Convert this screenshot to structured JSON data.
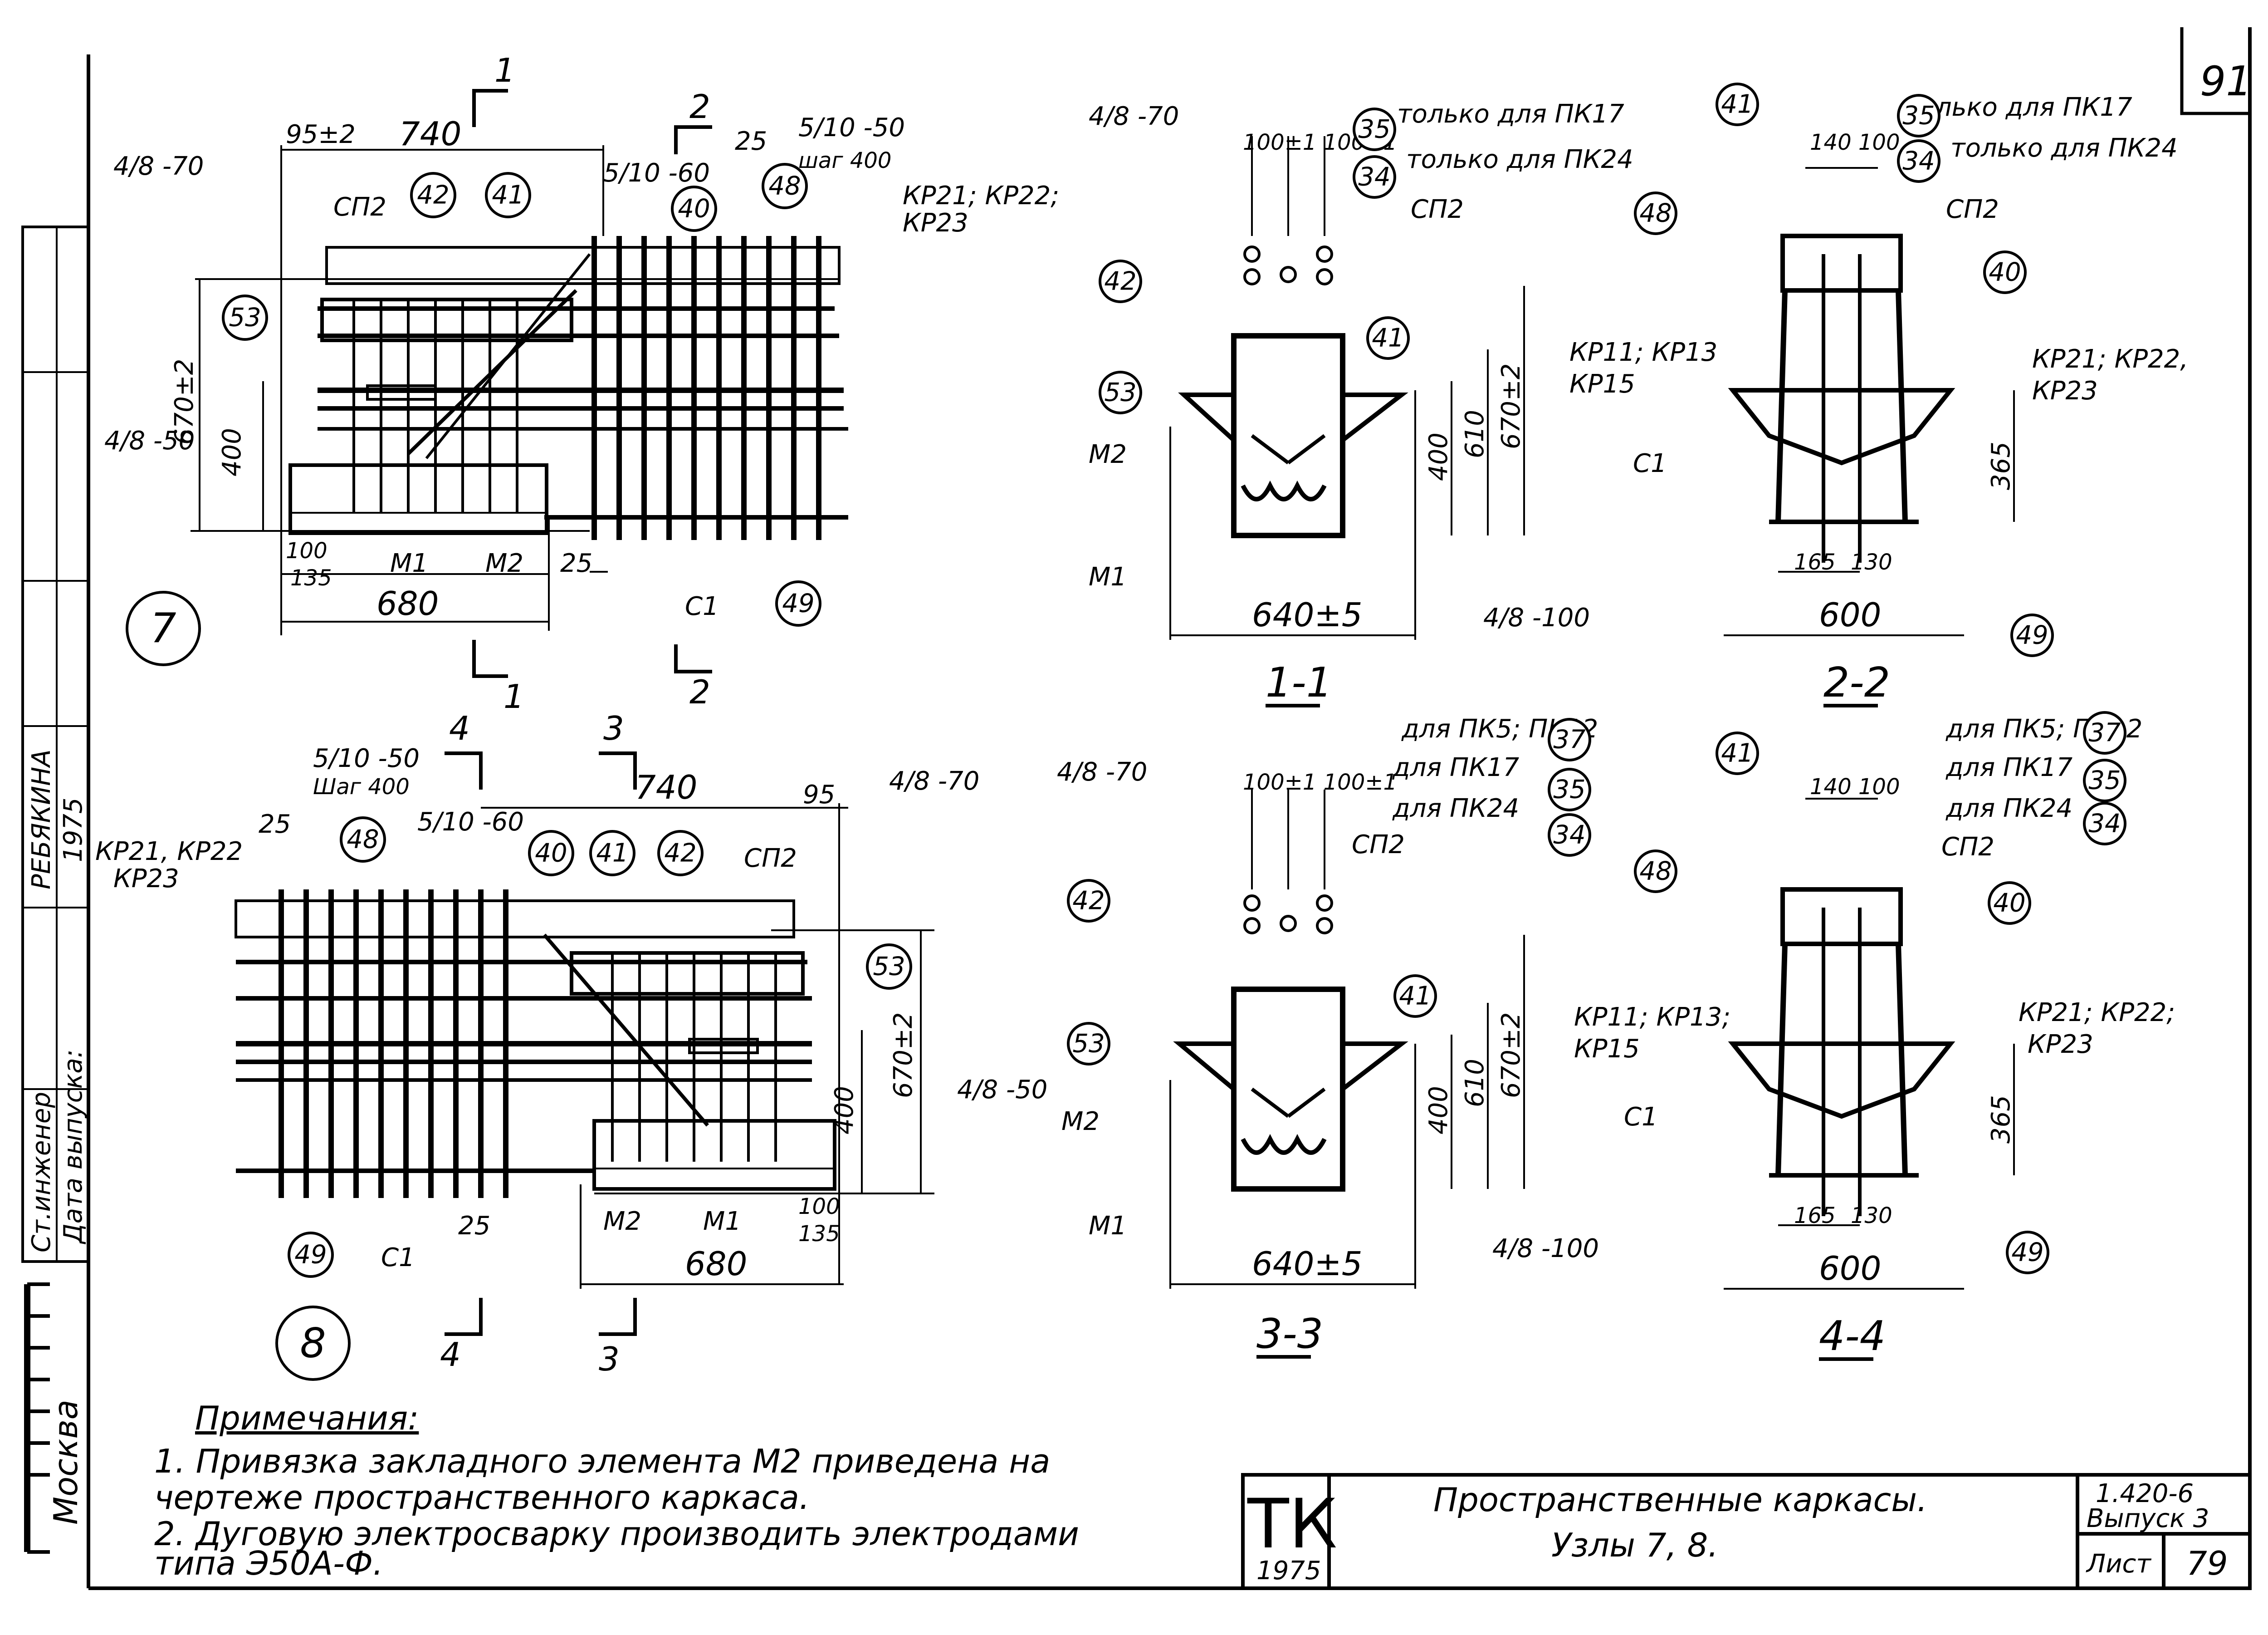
{
  "sheet_corner_number": "91",
  "left_margin": {
    "roles": [
      "Ст.инженер",
      "Дата выпуска:"
    ],
    "names": [
      "РЕБЯКИНА",
      "1975"
    ],
    "city": "Москва"
  },
  "details": [
    {
      "number": "7",
      "label_4_8_70": "4/8 -70",
      "label_95": "95±2",
      "label_740": "740",
      "label_sp2": "СП2",
      "label_5_10_60": "5/10 -60",
      "label_25a": "25",
      "label_5_10_50": "5/10 -50",
      "label_step": "шаг 400",
      "label_kr": "КР21; КР22;",
      "label_kr2": "КР23",
      "label_670": "670±2",
      "label_400": "400",
      "label_4_8_50": "4/8 -50",
      "label_100": "100",
      "label_135": "135",
      "label_m1": "М1",
      "label_m2": "М2",
      "label_25b": "25",
      "label_680": "680",
      "label_c1": "С1",
      "bubbles": [
        "53",
        "42",
        "41",
        "40",
        "48",
        "49"
      ],
      "cut_a": "1",
      "cut_b": "2"
    },
    {
      "number": "8",
      "label_5_10_50": "5/10 -50",
      "label_step": "Шаг 400",
      "label_5_10_60": "5/10 -60",
      "label_740": "740",
      "label_95": "95",
      "label_4_8_70": "4/8 -70",
      "label_kr": "КР21, КР22",
      "label_kr2": "КР23",
      "label_25a": "25",
      "label_sp2": "СП2",
      "label_670": "670±2",
      "label_400": "400",
      "label_4_8_50": "4/8 -50",
      "label_m2": "М2",
      "label_m1": "М1",
      "label_100": "100",
      "label_135": "135",
      "label_25b": "25",
      "label_680": "680",
      "label_c1": "С1",
      "bubbles": [
        "48",
        "40",
        "41",
        "42",
        "53",
        "49"
      ],
      "cut_a": "4",
      "cut_b": "3"
    }
  ],
  "sections": [
    {
      "title": "1-1",
      "label_4_8_70": "4/8 -70",
      "dims_top": "100±1 100±1",
      "note_a": "только для ПК17",
      "note_b": "только для ПК24",
      "bubble_a": "35",
      "bubble_b": "34",
      "label_sp2": "СП2",
      "label_m2": "М2",
      "label_m1": "М1",
      "dim_400": "400",
      "dim_610": "610",
      "dim_670": "670±2",
      "dim_640": "640±5",
      "label_4_8_100": "4/8 -100",
      "bubbles": [
        "42",
        "41",
        "53"
      ]
    },
    {
      "title": "2-2",
      "note_a": "только для ПК17",
      "note_b": "только для ПК24",
      "bubble_a": "35",
      "bubble_b": "34",
      "dims_top": "140 100",
      "label_sp2": "СП2",
      "label_kr_left": "КР11; КР13",
      "label_kr_left2": "КР15",
      "label_kr_right": "КР21; КР22,",
      "label_kr_right2": "КР23",
      "label_c1": "С1",
      "dim_365": "365",
      "dim_165": "165",
      "dim_130": "130",
      "dim_600": "600",
      "bubbles": [
        "41",
        "48",
        "40",
        "49"
      ]
    },
    {
      "title": "3-3",
      "label_4_8_70": "4/8 -70",
      "dims_top": "100±1 100±1",
      "note_a": "для ПК5; ПК12",
      "note_b": "для ПК17",
      "note_c": "для ПК24",
      "bubble_a": "37",
      "bubble_b": "35",
      "bubble_c": "34",
      "label_sp2": "СП2",
      "label_m2": "М2",
      "label_m1": "М1",
      "dim_400": "400",
      "dim_610": "610",
      "dim_670": "670±2",
      "dim_640": "640±5",
      "label_4_8_100": "4/8 -100",
      "bubbles": [
        "42",
        "41",
        "53"
      ]
    },
    {
      "title": "4-4",
      "note_a": "для ПК5; ПК12",
      "note_b": "для ПК17",
      "note_c": "для ПК24",
      "bubble_a": "37",
      "bubble_b": "35",
      "bubble_c": "34",
      "dims_top": "140 100",
      "label_sp2": "СП2",
      "label_kr_left": "КР11; КР13;",
      "label_kr_left2": "КР15",
      "label_kr_right": "КР21; КР22;",
      "label_kr_right2": "КР23",
      "label_c1": "С1",
      "dim_365": "365",
      "dim_165": "165",
      "dim_130": "130",
      "dim_600": "600",
      "bubbles": [
        "41",
        "48",
        "40",
        "49"
      ]
    }
  ],
  "notes": {
    "heading": "Примечания:",
    "items": [
      "1. Привязка закладного элемента М2 приведена на",
      "   чертеже пространственного каркаса.",
      "2. Дуговую электросварку производить электродами",
      "   типа Э50А-Ф."
    ]
  },
  "title_block": {
    "org": "ТК",
    "year": "1975",
    "title_line1": "Пространственные каркасы.",
    "title_line2": "Узлы 7, 8.",
    "series": "1.420-6",
    "issue": "Выпуск 3",
    "sheet_label": "Лист",
    "sheet_no": "79"
  }
}
